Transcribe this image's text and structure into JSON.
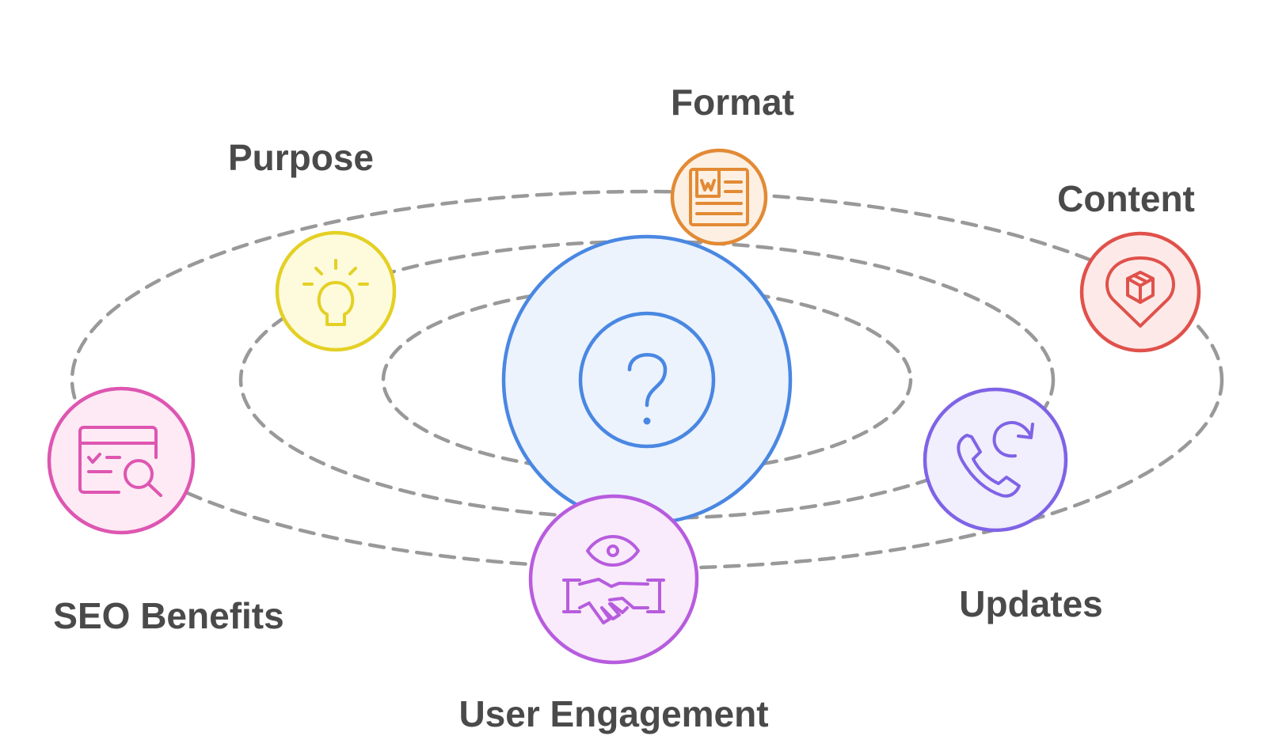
{
  "diagram": {
    "center": {
      "icon": "question-mark-icon",
      "fill": "#ecf3fd",
      "stroke": "#4a87e2"
    },
    "nodes": [
      {
        "id": "purpose",
        "label": "Purpose",
        "icon": "lightbulb-icon",
        "fill": "#fdfbdc",
        "stroke": "#e4d025"
      },
      {
        "id": "format",
        "label": "Format",
        "icon": "newspaper-icon",
        "fill": "#fdf0e2",
        "stroke": "#e28a35"
      },
      {
        "id": "content",
        "label": "Content",
        "icon": "box-location-icon",
        "fill": "#fdeae8",
        "stroke": "#e0514b"
      },
      {
        "id": "updates",
        "label": "Updates",
        "icon": "phone-refresh-icon",
        "fill": "#f1eefd",
        "stroke": "#7f63e6"
      },
      {
        "id": "user-engagement",
        "label": "User Engagement",
        "icon": "eye-handshake-icon",
        "fill": "#f9ebfb",
        "stroke": "#b75cde"
      },
      {
        "id": "seo-benefits",
        "label": "SEO Benefits",
        "icon": "browser-search-icon",
        "fill": "#fdeaf5",
        "stroke": "#de56b1"
      }
    ],
    "orbit_color": "#999999",
    "label_color": "#4a4a4a"
  }
}
